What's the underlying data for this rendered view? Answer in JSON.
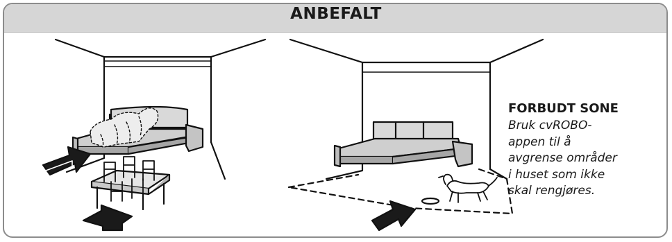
{
  "header": {
    "title": "ANBEFALT"
  },
  "forbidden_zone": {
    "heading": "FORBUDT SONE",
    "lines": [
      "Bruk cvROBO-",
      "appen til å",
      "avgrense områder",
      "i huset som ikke",
      "skal rengjøres."
    ]
  },
  "icons": {
    "left_scene": "living-room-with-covered-sofa-and-chairs-on-table-icon",
    "right_scene": "living-room-with-sofa-and-dog-forbidden-zone-icon",
    "arrows": "direction-arrow-icon"
  }
}
